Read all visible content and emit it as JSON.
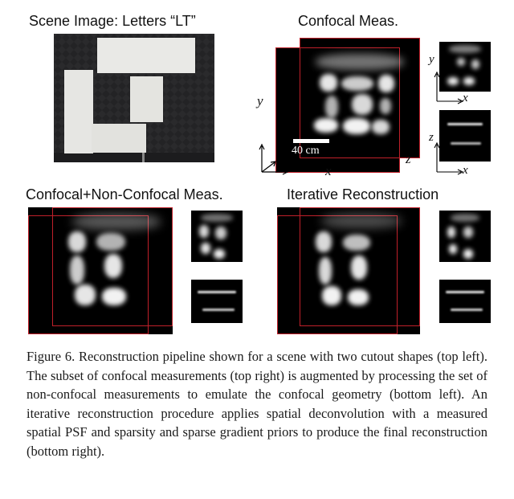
{
  "panels": {
    "scene_title": "Scene Image: Letters “LT”",
    "confocal_title": "Confocal Meas.",
    "combined_title": "Confocal+Non-Confocal Meas.",
    "iterative_title": "Iterative Reconstruction"
  },
  "axes": {
    "y": "y",
    "x": "x",
    "z": "z",
    "thumb_xy": {
      "y": "y",
      "x": "x"
    },
    "thumb_xz": {
      "z": "z",
      "x": "x"
    }
  },
  "scale_label": "40 cm",
  "caption": "Figure 6. Reconstruction pipeline shown for a scene with two cutout shapes (top left). The subset of confocal measurements (top right) is augmented by processing the set of non-confocal measurements to emulate the confocal geometry (bottom left). An iterative reconstruction procedure applies spatial deconvolution with a measured spatial PSF and sparsity and sparse gradient priors to produce the final reconstruction (bottom right).",
  "colors": {
    "box_edge": "#c0202a",
    "background": "#ffffff",
    "image_bg": "#000000"
  }
}
